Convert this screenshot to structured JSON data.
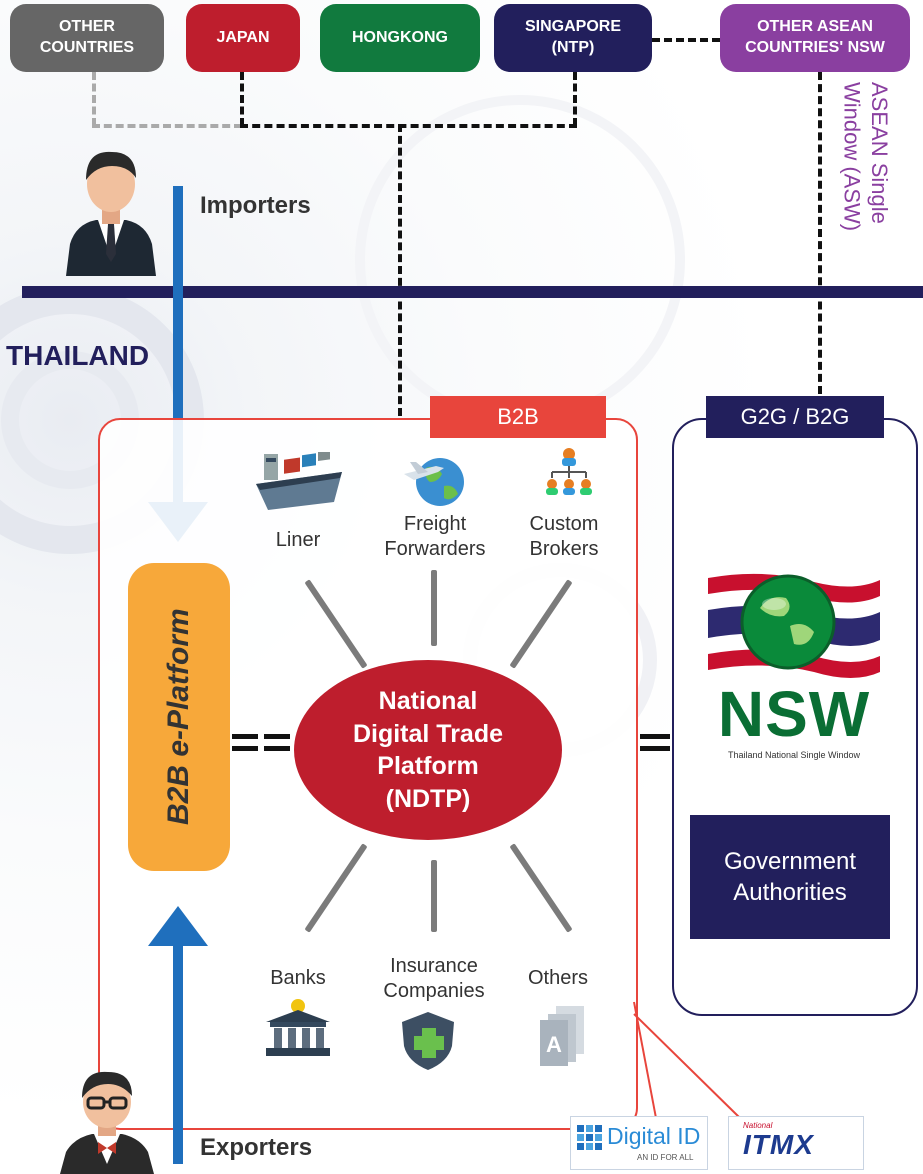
{
  "countries": {
    "other_countries": "OTHER\nCOUNTRIES",
    "japan": "JAPAN",
    "hongkong": "HONGKONG",
    "singapore": "SINGAPORE\n(NTP)",
    "other_asean": "OTHER ASEAN\nCOUNTRIES' NSW"
  },
  "asw_label": "ASEAN Single\nWindow (ASW)",
  "importers": "Importers",
  "exporters": "Exporters",
  "thailand": "THAILAND",
  "b2b_tag": "B2B",
  "g2g_tag": "G2G / B2G",
  "b2b_platform": "B2B e-Platform",
  "ndtp": "National\nDigital Trade\nPlatform\n(NDTP)",
  "participants": {
    "liner": "Liner",
    "freight_forwarders": "Freight\nForwarders",
    "custom_brokers": "Custom\nBrokers",
    "banks": "Banks",
    "insurance": "Insurance\nCompanies",
    "others": "Others"
  },
  "nsw": {
    "logo_text": "NSW",
    "subtitle": "Thailand National Single Window"
  },
  "gov_authorities": "Government\nAuthorities",
  "digital_id": {
    "name": "Digital ID",
    "tagline": "AN ID FOR ALL"
  },
  "itmx": {
    "small": "National",
    "name": "ITMX"
  },
  "colors": {
    "navy": "#221f5c",
    "red": "#be1e2d",
    "green": "#117a3e",
    "grey": "#666666",
    "purple": "#8a3fa0",
    "orange": "#f7a83a",
    "blue": "#1f6fbd",
    "tag_red": "#e8453c"
  }
}
